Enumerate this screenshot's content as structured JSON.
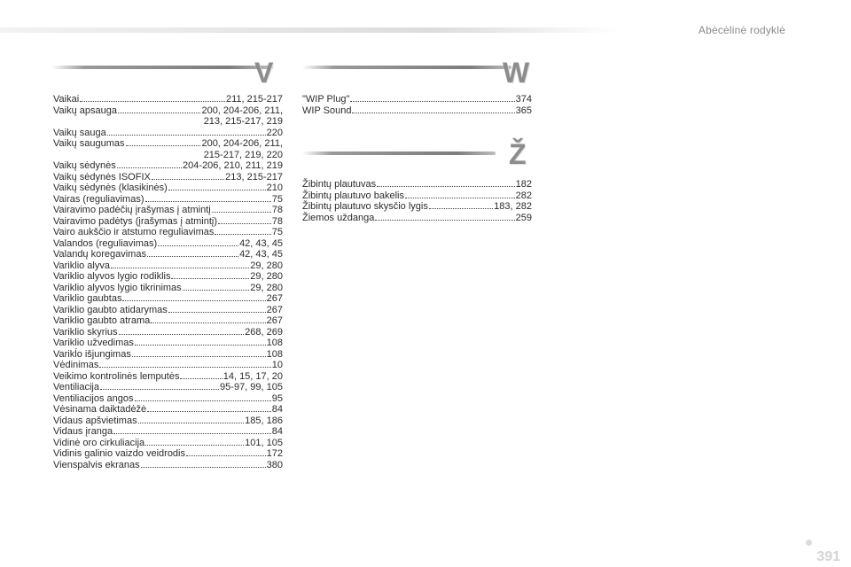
{
  "header": {
    "title": "Abėcėlinė rodyklė"
  },
  "sections": {
    "v": {
      "letter": "V",
      "entries": [
        {
          "term": "Vaikai",
          "pages": "211, 215-217"
        },
        {
          "term": "Vaikų apsauga",
          "pages": "200, 204-206, 211,",
          "cont": "213, 215-217, 219"
        },
        {
          "term": "Vaikų sauga",
          "pages": "220"
        },
        {
          "term": "Vaikų saugumas",
          "pages": "200, 204-206, 211,",
          "cont": "215-217, 219, 220"
        },
        {
          "term": "Vaikų sėdynės",
          "pages": "204-206, 210, 211, 219"
        },
        {
          "term": "Vaikų sėdynės ISOFIX",
          "pages": "213, 215-217"
        },
        {
          "term": "Vaikų sėdynės (klasikinės)",
          "pages": "210"
        },
        {
          "term": "Vairas (reguliavimas)",
          "pages": "75"
        },
        {
          "term": "Vairavimo padėčių įrašymas į atmintį",
          "pages": "78"
        },
        {
          "term": "Vairavimo padėtys (įrašymas į atmintį)",
          "pages": "78"
        },
        {
          "term": "Vairo aukščio ir atstumo reguliavimas",
          "pages": "75"
        },
        {
          "term": "Valandos (reguliavimas)",
          "pages": "42, 43, 45"
        },
        {
          "term": "Valandų koregavimas",
          "pages": "42, 43, 45"
        },
        {
          "term": "Variklio alyva",
          "pages": "29, 280"
        },
        {
          "term": "Variklio alyvos lygio rodiklis",
          "pages": "29, 280"
        },
        {
          "term": "Variklio alyvos lygio tikrinimas",
          "pages": "29, 280"
        },
        {
          "term": "Variklio gaubtas",
          "pages": "267"
        },
        {
          "term": "Variklio gaubto atidarymas",
          "pages": "267"
        },
        {
          "term": "Variklio gaubto atrama",
          "pages": "267"
        },
        {
          "term": "Variklio skyrius",
          "pages": "268, 269"
        },
        {
          "term": "Variklio užvedimas",
          "pages": "108"
        },
        {
          "term": "Varikĺo išjungimas",
          "pages": "108"
        },
        {
          "term": "Vėdinimas",
          "pages": "10"
        },
        {
          "term": "Veikimo kontrolinės lemputės",
          "pages": "14, 15, 17, 20"
        },
        {
          "term": "Ventiliacija",
          "pages": "95-97, 99, 105"
        },
        {
          "term": "Ventiliacijos angos",
          "pages": "95"
        },
        {
          "term": "Vėsinama daiktadėžė",
          "pages": "84"
        },
        {
          "term": "Vidaus apšvietimas",
          "pages": "185, 186"
        },
        {
          "term": "Vidaus įranga",
          "pages": "84"
        },
        {
          "term": "Vidinė oro cirkuliacija",
          "pages": "101, 105"
        },
        {
          "term": "Vidinis galinio vaizdo veidrodis",
          "pages": "172"
        },
        {
          "term": "Vienspalvis ekranas",
          "pages": "380"
        }
      ]
    },
    "w": {
      "letter": "W",
      "entries": [
        {
          "term": "\"WIP Plug\"",
          "pages": "374"
        },
        {
          "term": "WIP Sound",
          "pages": "365"
        }
      ]
    },
    "z": {
      "letter": "Ž",
      "entries": [
        {
          "term": "Žibintų plautuvas",
          "pages": "182"
        },
        {
          "term": "Žibintų plautuvo bakelis",
          "pages": "282"
        },
        {
          "term": "Žibintų plautuvo skysčio lygis",
          "pages": "183, 282"
        },
        {
          "term": "Žiemos uždanga",
          "pages": "259"
        }
      ]
    }
  },
  "footer": {
    "page_number": "391"
  }
}
